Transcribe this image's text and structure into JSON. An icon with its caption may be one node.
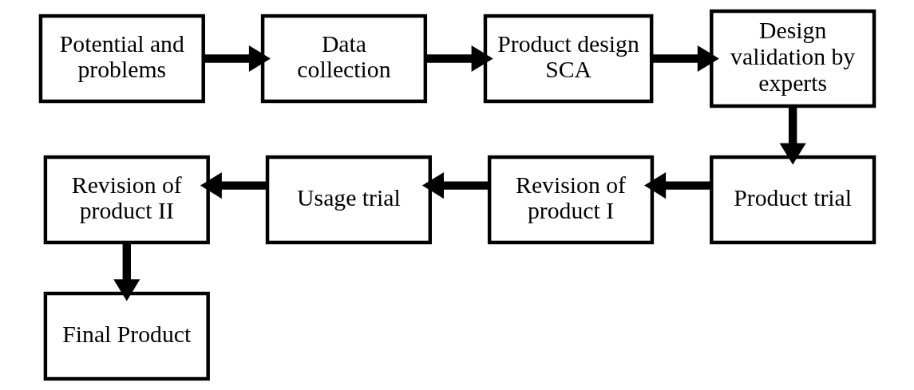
{
  "diagram": {
    "nodes": [
      {
        "text": [
          "Potential and problems"
        ]
      },
      {
        "text": [
          "Data collection"
        ]
      },
      {
        "text": [
          "Product design SCA"
        ]
      },
      {
        "text": [
          "Design validation by experts"
        ]
      },
      {
        "text": [
          "Product trial"
        ]
      },
      {
        "text": [
          "Revision of product I"
        ]
      },
      {
        "text": [
          "Usage trial"
        ]
      },
      {
        "text": [
          "Revision of product II"
        ]
      },
      {
        "text": [
          "Final Product"
        ]
      }
    ],
    "edges": [
      {
        "from": 0,
        "to": 1,
        "arrow": "to"
      },
      {
        "from": 1,
        "to": 2,
        "arrow": "to"
      },
      {
        "from": 2,
        "to": 3,
        "arrow": "to"
      },
      {
        "from": 3,
        "to": 4,
        "arrow": "to"
      },
      {
        "from": 4,
        "to": 5,
        "arrow": "to"
      },
      {
        "from": 5,
        "to": 6,
        "arrow": "to"
      },
      {
        "from": 6,
        "to": 7,
        "arrow": "to"
      },
      {
        "from": 7,
        "to": 8,
        "arrow": "to"
      }
    ]
  }
}
